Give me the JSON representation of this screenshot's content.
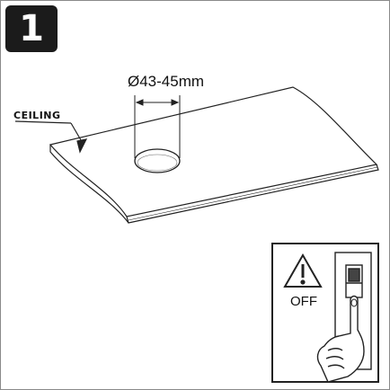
{
  "step": {
    "number": "1"
  },
  "diagram": {
    "hole_diameter_label": "Ø43-45mm",
    "ceiling_label": "CEILING"
  },
  "warning_panel": {
    "off_label": "OFF"
  },
  "colors": {
    "badge": "#1b1b1b",
    "line": "#222222",
    "frame": "#8a8a8a"
  }
}
